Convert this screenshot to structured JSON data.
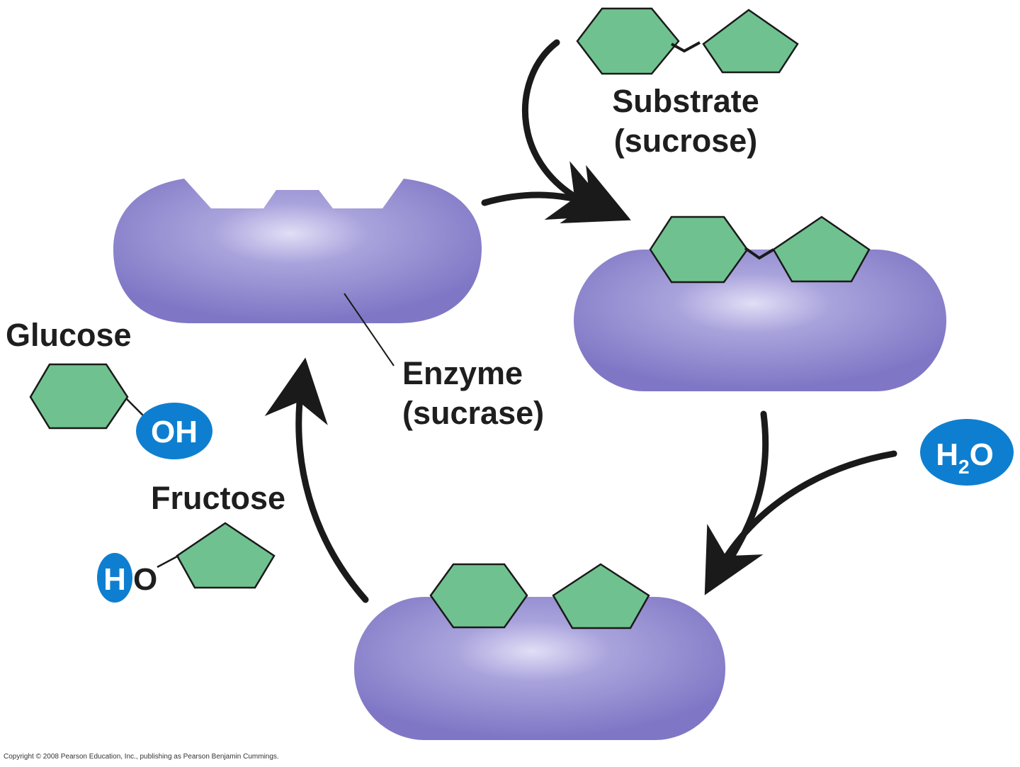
{
  "labels": {
    "substrate_line1": "Substrate",
    "substrate_line2": "(sucrose)",
    "enzyme_line1": "Enzyme",
    "enzyme_line2": "(sucrase)",
    "glucose": "Glucose",
    "fructose": "Fructose"
  },
  "groups": {
    "oh": "OH",
    "water_h": "H",
    "water_sub": "2",
    "water_o": "O",
    "ho_h": "H",
    "ho_o": "O"
  },
  "copyright": "Copyright © 2008 Pearson Education, Inc., publishing as Pearson Benjamin Cummings.",
  "colors": {
    "enzyme": "#8f88cf",
    "sugar": "#6fc28f",
    "ion": "#0e7fd0",
    "arrow": "#1a1a1a"
  }
}
